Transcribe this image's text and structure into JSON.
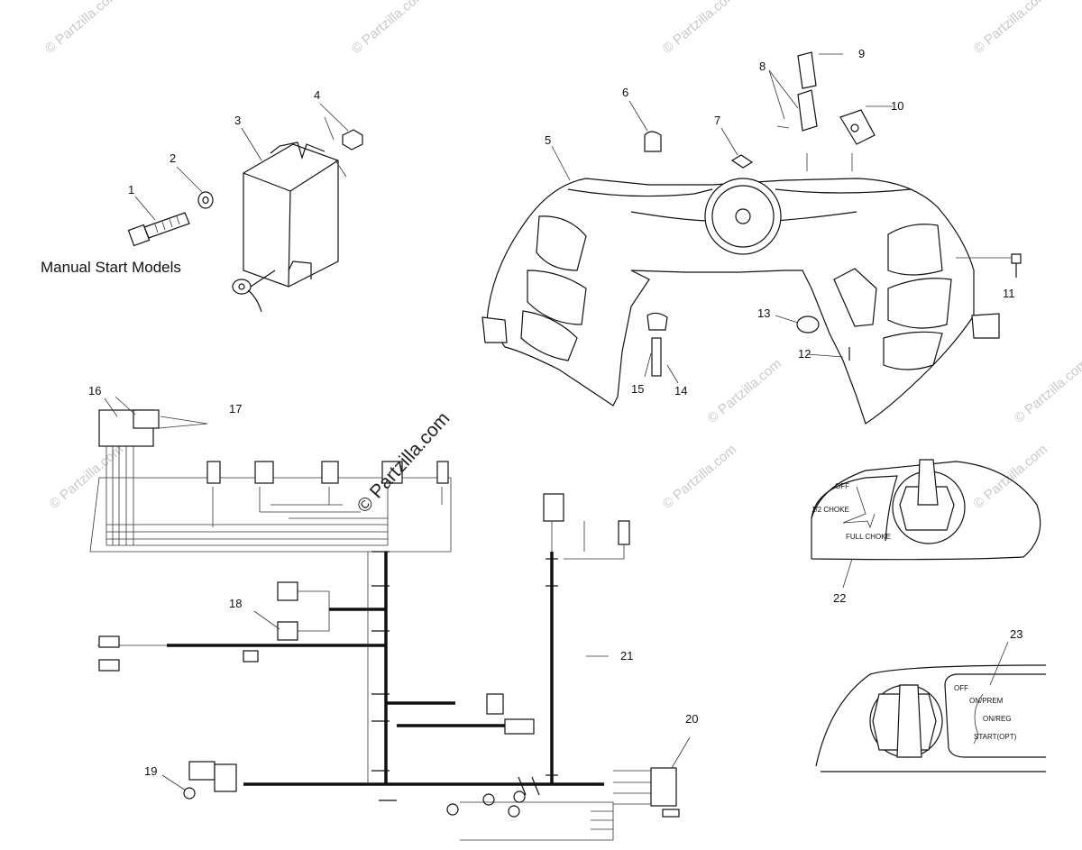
{
  "diagram": {
    "section_label": "Manual Start Models",
    "callouts": [
      "1",
      "2",
      "3",
      "4",
      "5",
      "6",
      "7",
      "8",
      "9",
      "10",
      "11",
      "12",
      "13",
      "14",
      "15",
      "16",
      "17",
      "18",
      "19",
      "20",
      "21",
      "22",
      "23"
    ],
    "choke_labels": [
      "OFF",
      "1/2 CHOKE",
      "FULL CHOKE"
    ],
    "switch_labels": [
      "OFF",
      "ON/PREM",
      "ON/REG",
      "START(OPT)"
    ],
    "watermark": "© Partzilla.com",
    "watermark_small": "© Partzilla.com"
  },
  "colors": {
    "ink": "#111111",
    "watermark": "#c9c9c9",
    "background": "#ffffff"
  }
}
